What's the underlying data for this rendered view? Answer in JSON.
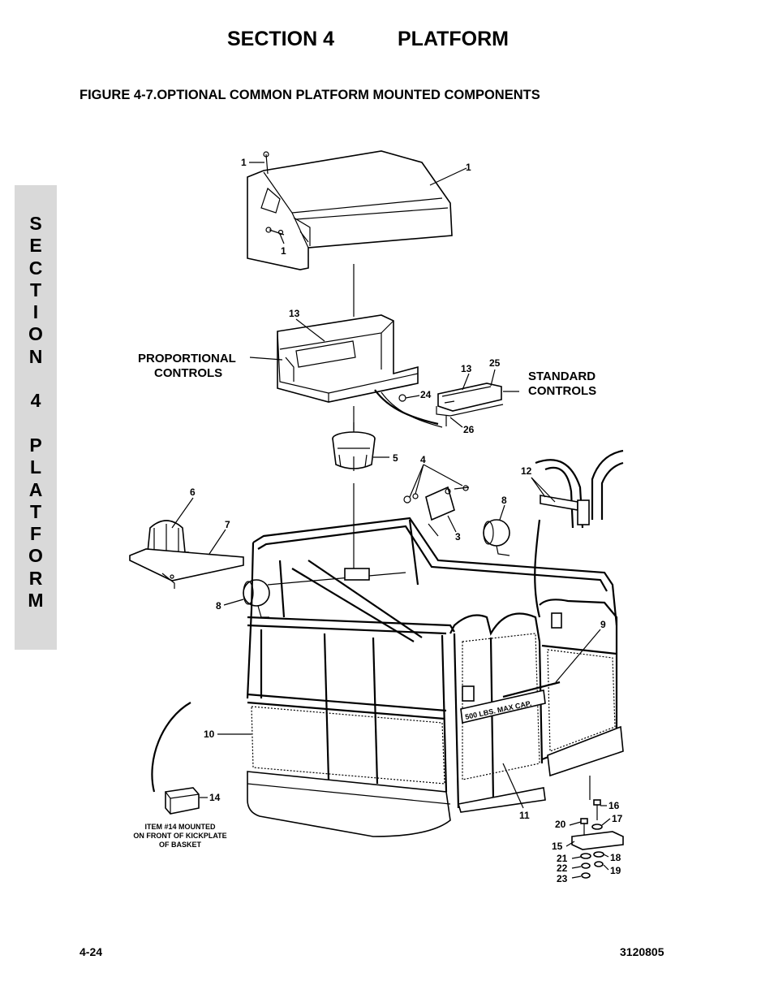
{
  "header": {
    "section": "SECTION 4",
    "title": "PLATFORM"
  },
  "figure_title": "FIGURE 4-7.OPTIONAL COMMON PLATFORM MOUNTED COMPONENTS",
  "side_tab": {
    "letters": [
      "S",
      "E",
      "C",
      "T",
      "I",
      "O",
      "N",
      "",
      "4",
      "",
      "P",
      "L",
      "A",
      "T",
      "F",
      "O",
      "R",
      "M"
    ]
  },
  "labels": {
    "proportional": [
      "PROPORTIONAL",
      "CONTROLS"
    ],
    "standard": [
      "STANDARD",
      "CONTROLS"
    ],
    "item14_note": [
      "ITEM #14 MOUNTED",
      "ON FRONT OF KICKPLATE",
      "OF BASKET"
    ],
    "capacity": "500 LBS. MAX CAP."
  },
  "callouts": {
    "c1a": "1",
    "c1b": "1",
    "c1c": "1",
    "c13a": "13",
    "c13b": "13",
    "c25": "25",
    "c24": "24",
    "c26": "26",
    "c5": "5",
    "c4": "4",
    "c3": "3",
    "c6": "6",
    "c7": "7",
    "c8a": "8",
    "c8b": "8",
    "c12": "12",
    "c9": "9",
    "c10": "10",
    "c14": "14",
    "c11": "11",
    "c16": "16",
    "c17": "17",
    "c20": "20",
    "c15": "15",
    "c18": "18",
    "c21": "21",
    "c22": "22",
    "c19": "19",
    "c23": "23"
  },
  "footer": {
    "page": "4-24",
    "doc_number": "3120805"
  }
}
